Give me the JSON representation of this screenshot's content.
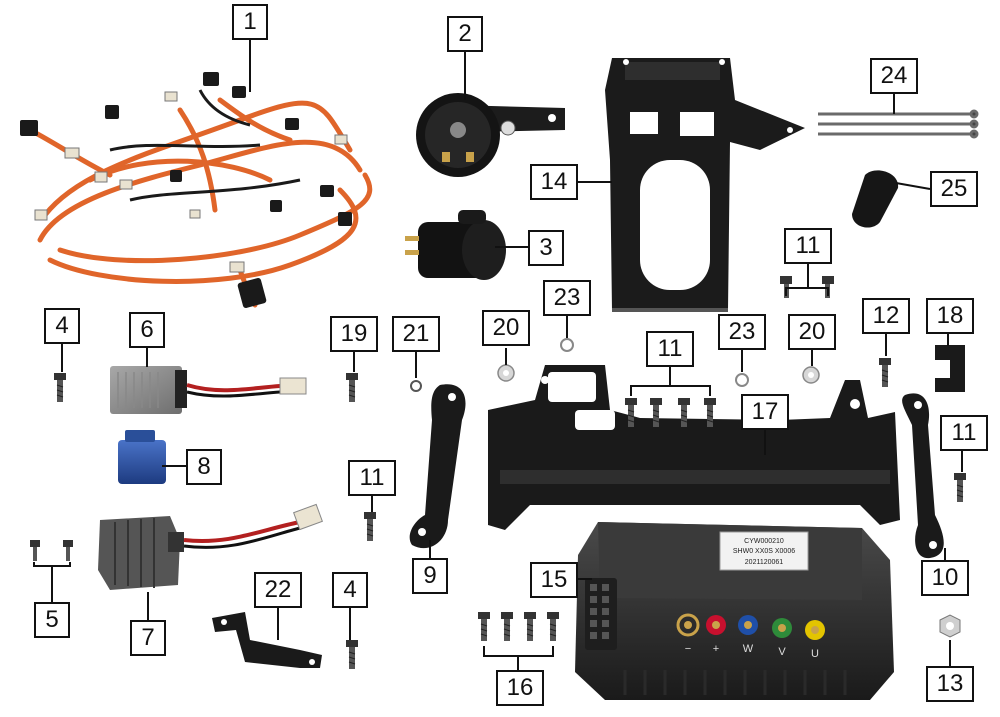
{
  "labels": {
    "l1": "1",
    "l2": "2",
    "l3": "3",
    "l4a": "4",
    "l4b": "4",
    "l5": "5",
    "l6": "6",
    "l7": "7",
    "l8": "8",
    "l9": "9",
    "l10": "10",
    "l11a": "11",
    "l11b": "11",
    "l11c": "11",
    "l11d": "11",
    "l12": "12",
    "l13": "13",
    "l14": "14",
    "l15": "15",
    "l16": "16",
    "l17": "17",
    "l18": "18",
    "l19": "19",
    "l20a": "20",
    "l20b": "20",
    "l21": "21",
    "l22": "22",
    "l23a": "23",
    "l23b": "23",
    "l24": "24",
    "l25": "25"
  },
  "controller_plate": {
    "line1": "CYW000210",
    "line2": "SHW0 XX0S X0006",
    "line3": "2021120061"
  },
  "terminal_signs": {
    "minus": "−",
    "plus": "+",
    "w": "W",
    "v": "V",
    "u": "U"
  },
  "colors": {
    "harness": "#e0652a",
    "terminal_red": "#c8102e",
    "terminal_blue": "#1f4fa8",
    "terminal_green": "#2e8b3a",
    "terminal_yellow": "#e3c400"
  }
}
